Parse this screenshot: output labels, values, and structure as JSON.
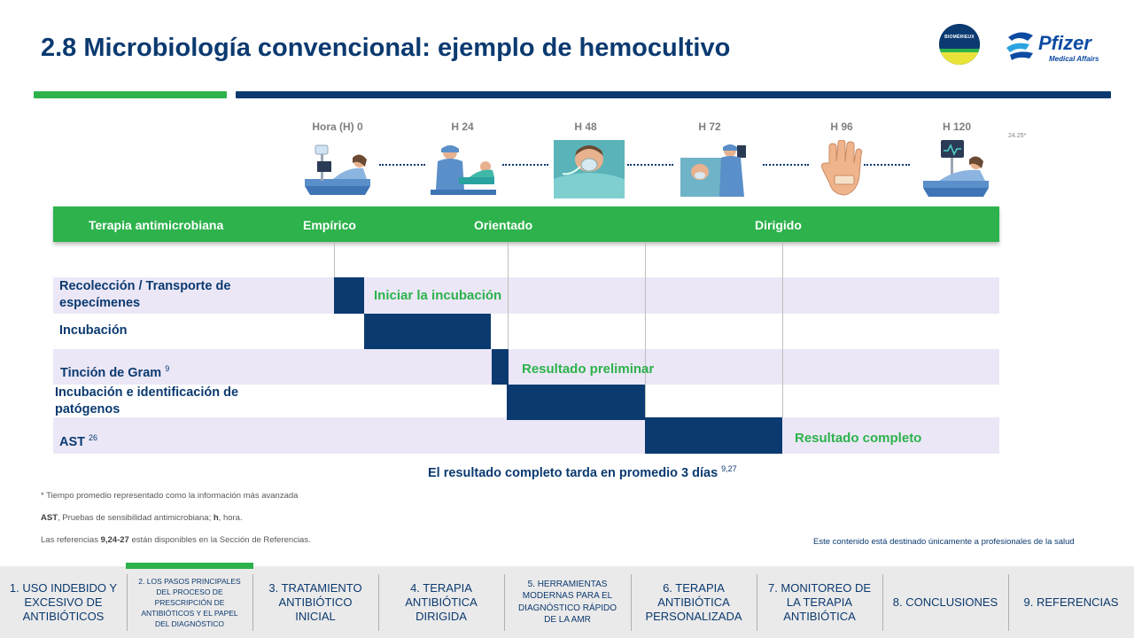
{
  "header": {
    "title": "2.8 Microbiología convencional: ejemplo de hemocultivo",
    "logo_biomerieux": "BIOMÉRIEUX",
    "logo_pfizer": "Pfizer",
    "logo_pfizer_sub": "Medical Affairs"
  },
  "timeline": {
    "hours": [
      "Hora (H) 0",
      "H 24",
      "H 48",
      "H 72",
      "H 96",
      "H 120"
    ],
    "note": "24.25*",
    "icons": [
      "patient-bed-iv-icon",
      "doctor-patient-icon",
      "patient-oxygen-mask-icon",
      "doctor-bedside-icon",
      "hand-bandage-icon",
      "patient-monitor-icon"
    ]
  },
  "therapy": {
    "label": "Terapia antimicrobiana",
    "phases": [
      "Empírico",
      "Orientado",
      "Dirigido"
    ]
  },
  "rows": [
    {
      "label": "Recolección / Transporte de especímenes",
      "sup": "",
      "note": "Iniciar la incubación"
    },
    {
      "label": "Incubación",
      "sup": "",
      "note": ""
    },
    {
      "label": "Tinción de Gram",
      "sup": "9",
      "note": "Resultado preliminar"
    },
    {
      "label": "Incubación e identificación de patógenos",
      "sup": "",
      "note": ""
    },
    {
      "label": "AST",
      "sup": "26",
      "note": "Resultado completo"
    }
  ],
  "summary": {
    "text": "El resultado completo tarda en promedio 3 días",
    "sup": "9,27"
  },
  "footnotes": {
    "line1": "* Tiempo  promedio representado como la información más avanzada",
    "line2_bold1": "AST",
    "line2_text1": ", Pruebas de sensibilidad antimicrobiana; ",
    "line2_bold2": "h",
    "line2_text2": ", hora.",
    "line3_text1": "Las referencias ",
    "line3_bold": "9,24-27",
    "line3_text2": " están disponibles en la Sección de Referencias.",
    "right": "Este contenido está destinado únicamente a profesionales de la salud"
  },
  "nav": [
    "1. USO INDEBIDO Y EXCESIVO DE ANTIBIÓTICOS",
    "2. LOS PASOS PRINCIPALES DEL PROCESO DE PRESCRIPCIÓN DE ANTIBIÓTICOS Y EL PAPEL DEL DIAGNÓSTICO",
    "3. TRATAMIENTO ANTIBIÓTICO INICIAL",
    "4. TERAPIA ANTIBIÓTICA DIRIGIDA",
    "5. HERRAMIENTAS MODERNAS PARA EL DIAGNÓSTICO RÁPIDO DE LA AMR",
    "6. TERAPIA ANTIBIÓTICA PERSONALIZADA",
    "7. MONITOREO DE LA TERAPIA ANTIBIÓTICA",
    "8. CONCLUSIONES",
    "9. REFERENCIAS"
  ],
  "colors": {
    "navy": "#0b3a70",
    "green": "#2db24c",
    "row_shade": "#ebe7f6",
    "nav_bg": "#ebeaea"
  }
}
